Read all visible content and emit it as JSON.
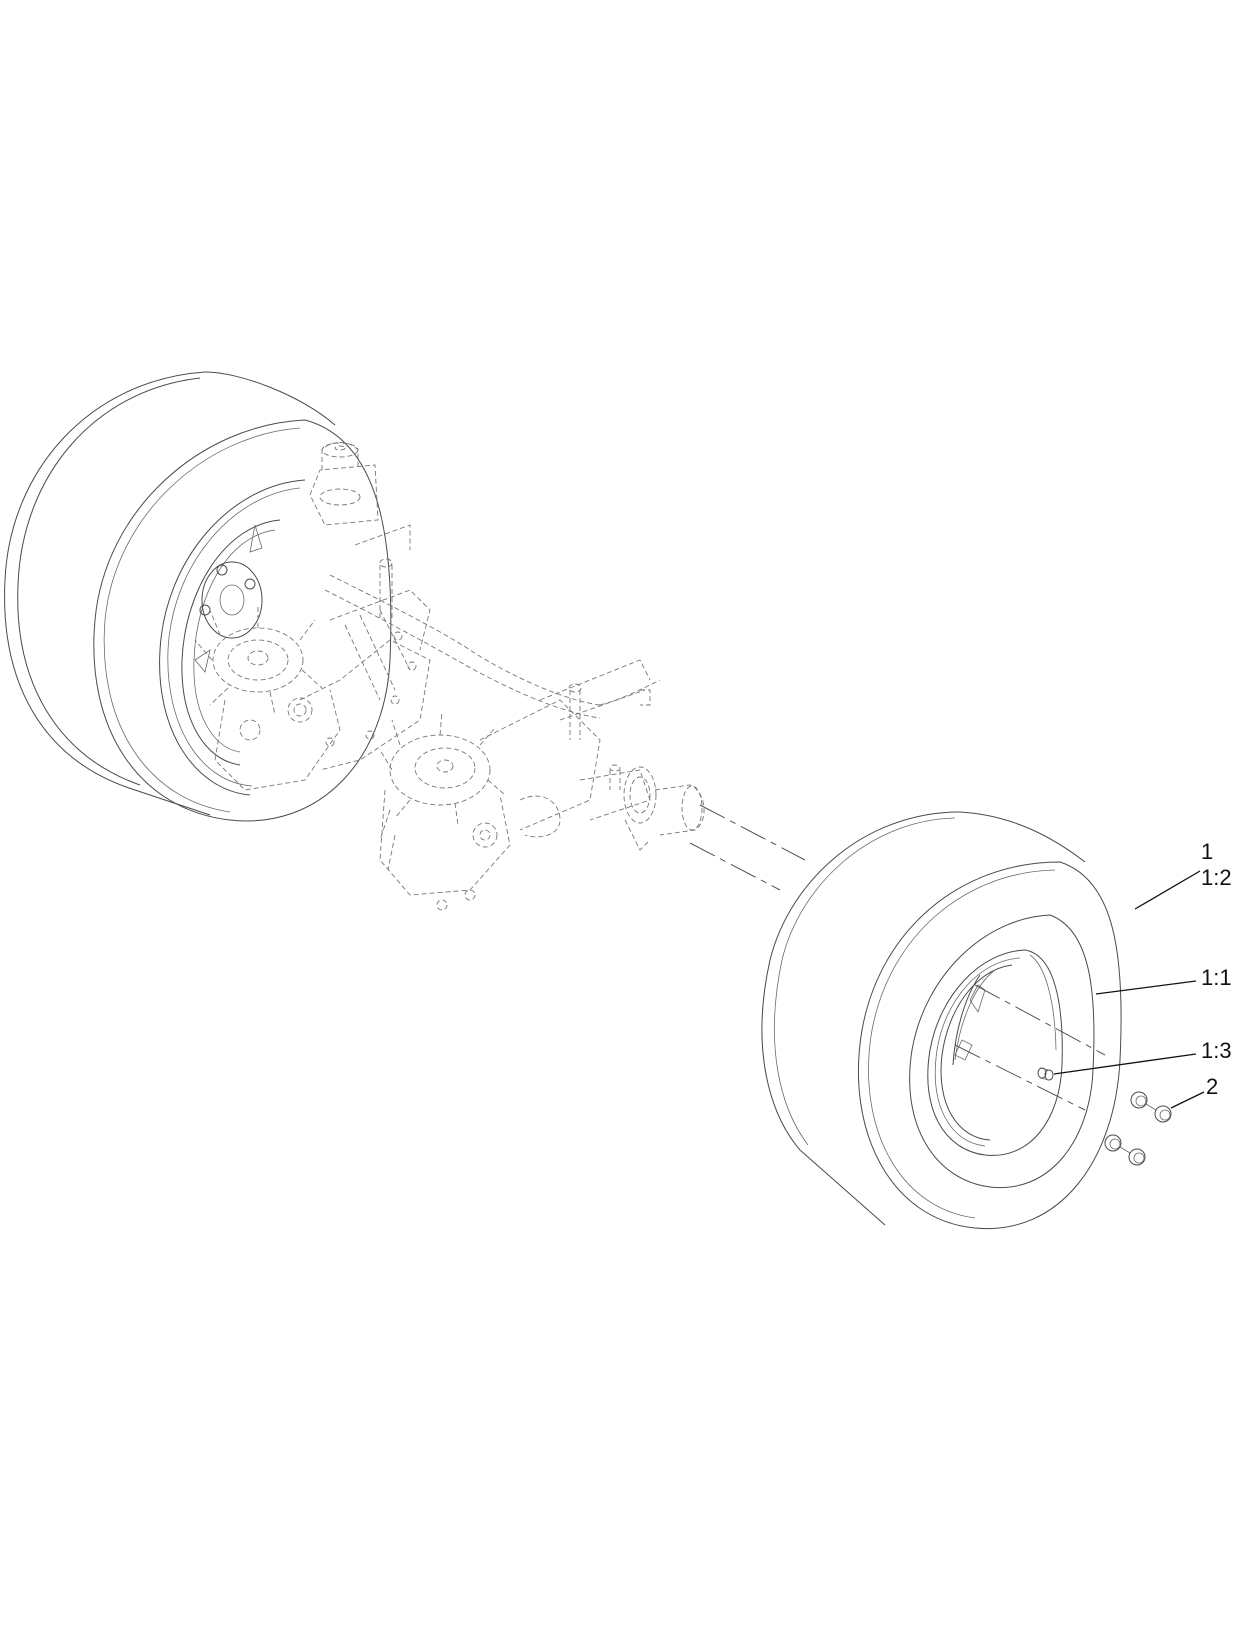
{
  "diagram": {
    "type": "exploded-parts-diagram",
    "subject": "rear wheel and transaxle assembly",
    "line_color": "#4a4a4a",
    "background": "#ffffff",
    "callouts": [
      {
        "id": "c1",
        "label": "1",
        "target": "wheel-assembly"
      },
      {
        "id": "c1_2",
        "label": "1:2",
        "target": "tire"
      },
      {
        "id": "c1_1",
        "label": "1:1",
        "target": "wheel-rim"
      },
      {
        "id": "c1_3",
        "label": "1:3",
        "target": "valve-stem"
      },
      {
        "id": "c2",
        "label": "2",
        "target": "lug-nut"
      }
    ]
  }
}
